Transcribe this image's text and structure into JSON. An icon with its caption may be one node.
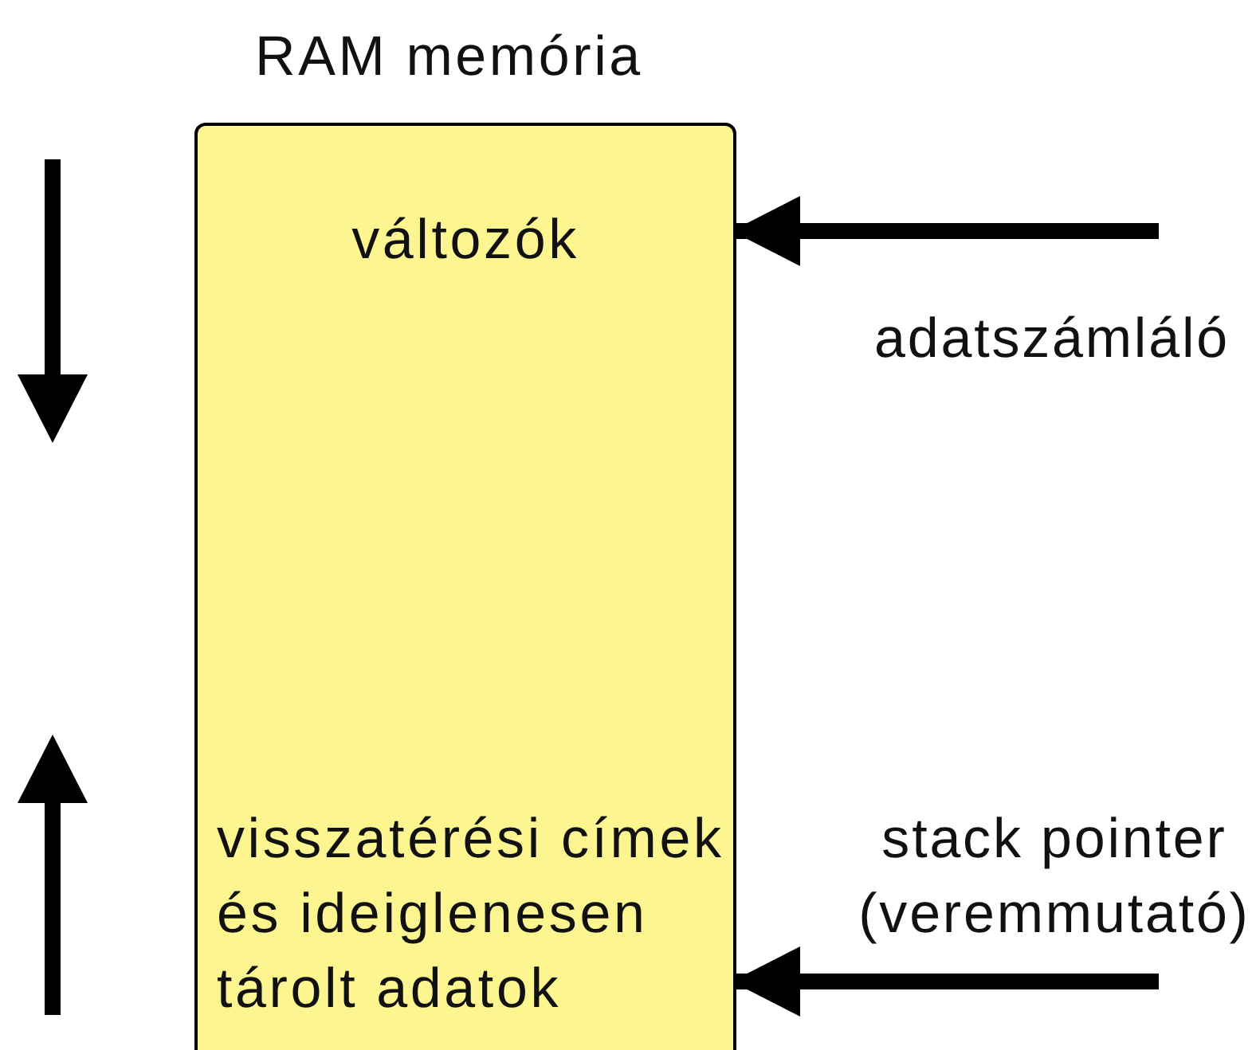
{
  "diagram": {
    "nodes": [
      {
        "text": [
          "RAM memória"
        ]
      },
      {
        "text": [
          "változók"
        ],
        "in": 0
      },
      {
        "text": [
          "visszatérési címek és ideiglenesen tárolt adatok"
        ],
        "in": 0
      }
    ],
    "edges": [
      {
        "from": null,
        "to": 1,
        "arrow": "to",
        "label": "adatszámláló"
      },
      {
        "from": null,
        "to": 2,
        "arrow": "to",
        "label": "stack pointer (veremmutató)"
      }
    ]
  }
}
